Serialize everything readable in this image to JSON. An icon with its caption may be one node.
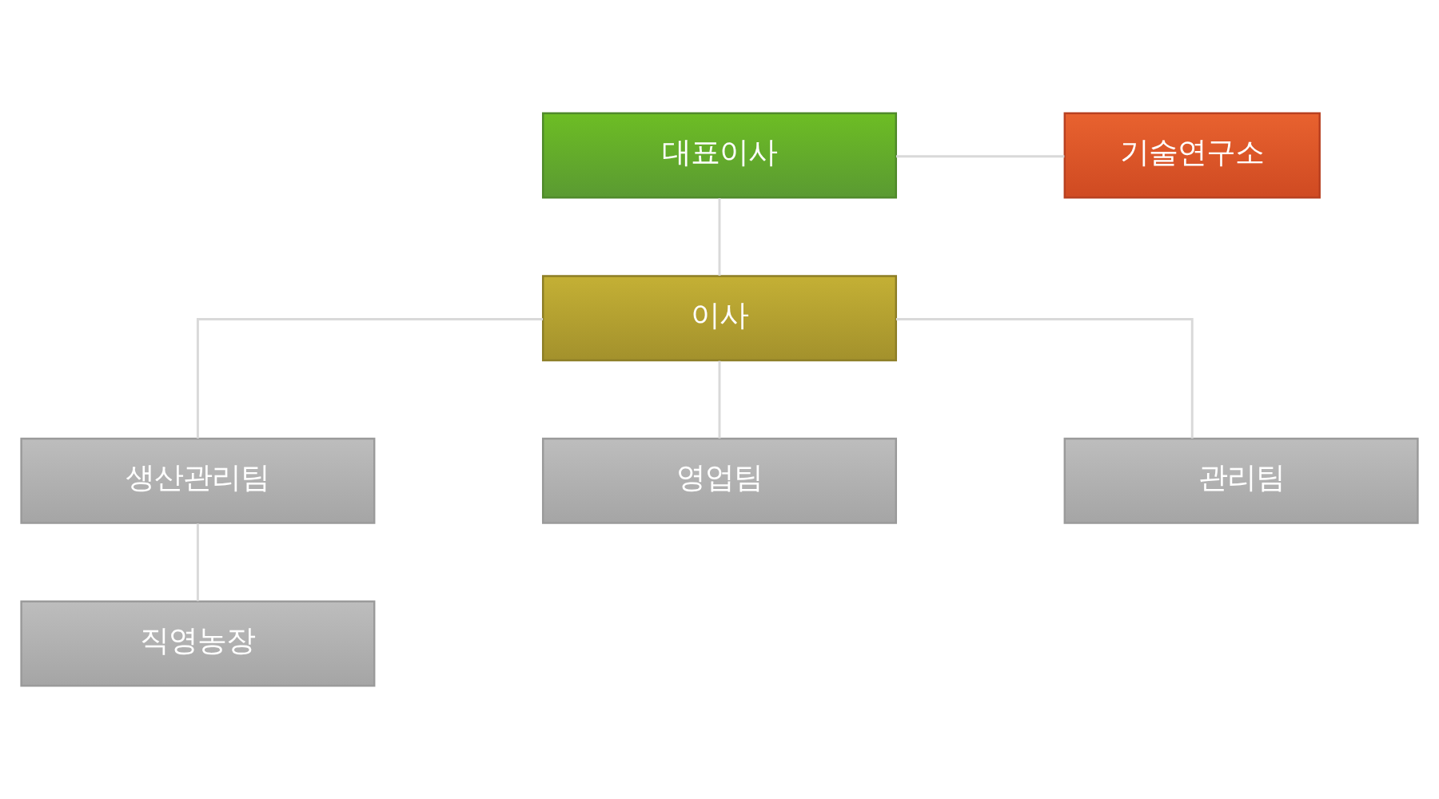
{
  "diagram": {
    "nodes": [
      {
        "text": [
          "대표이사"
        ]
      },
      {
        "text": [
          "기술연구소"
        ]
      },
      {
        "text": [
          "이사"
        ]
      },
      {
        "text": [
          "생산관리팀"
        ]
      },
      {
        "text": [
          "영업팀"
        ]
      },
      {
        "text": [
          "관리팀"
        ]
      },
      {
        "text": [
          "직영농장"
        ]
      }
    ],
    "edges": [
      {
        "from": 0,
        "to": 1,
        "arrow": "none"
      },
      {
        "from": 0,
        "to": 2,
        "arrow": "none"
      },
      {
        "from": 2,
        "to": 3,
        "arrow": "none"
      },
      {
        "from": 2,
        "to": 4,
        "arrow": "none"
      },
      {
        "from": 2,
        "to": 5,
        "arrow": "none"
      },
      {
        "from": 3,
        "to": 6,
        "arrow": "none"
      }
    ]
  }
}
